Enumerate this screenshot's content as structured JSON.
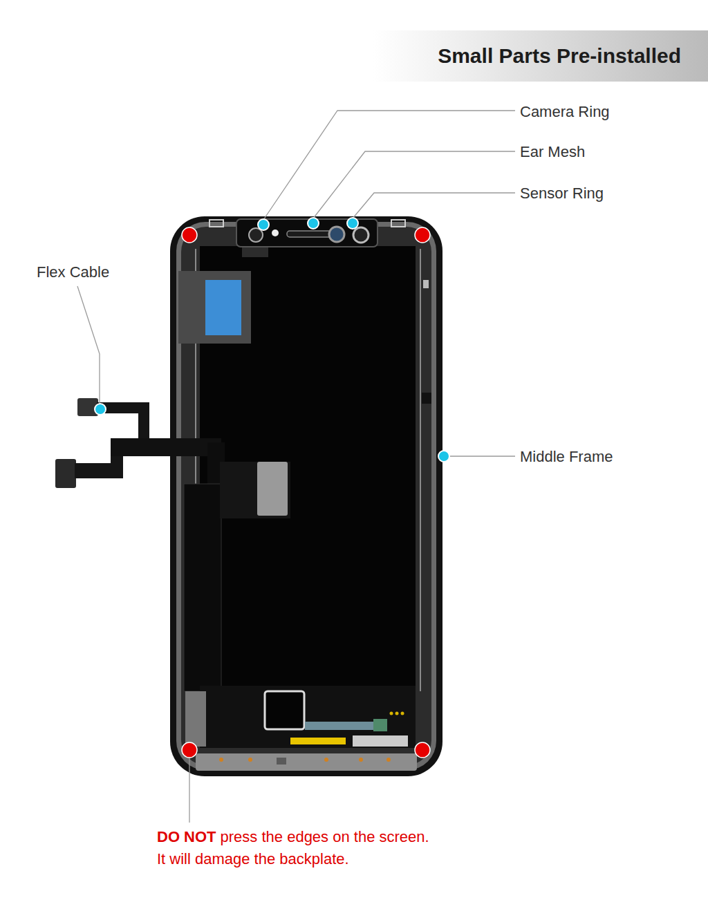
{
  "diagram": {
    "title": "Small Parts Pre-installed",
    "labels": [
      "Camera Ring",
      "Ear Mesh",
      "Sensor Ring",
      "Flex Cable",
      "Middle Frame",
      "DO NOT",
      "press the edges on the screen.",
      "It will damage the backplate."
    ]
  }
}
